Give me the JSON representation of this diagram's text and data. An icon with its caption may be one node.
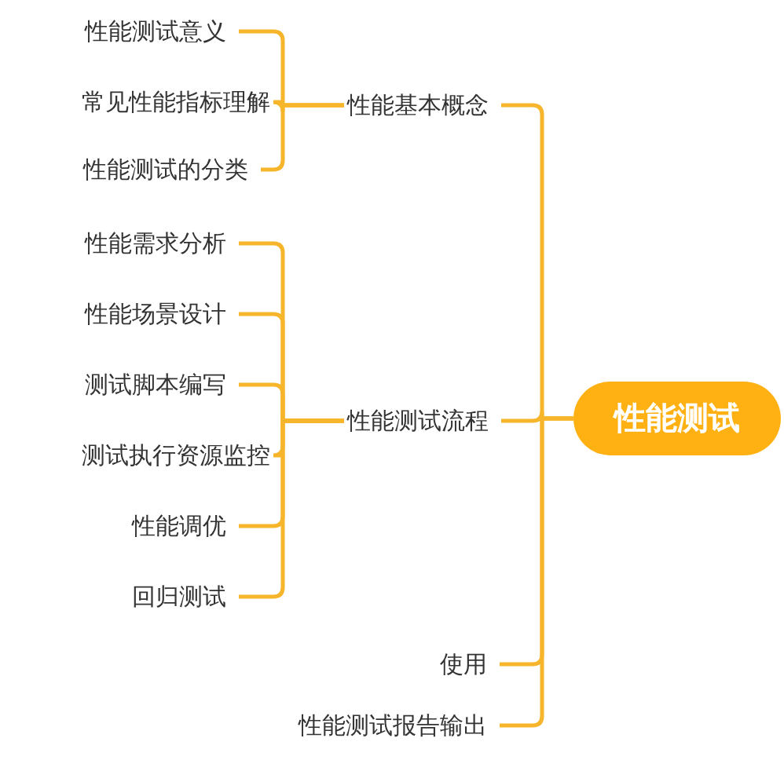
{
  "diagram": {
    "nodes": [
      {
        "text": [
          "性能测试"
        ]
      },
      {
        "text": [
          "性能基本概念"
        ]
      },
      {
        "text": [
          "性能测试意义"
        ]
      },
      {
        "text": [
          "常见性能指标理解"
        ]
      },
      {
        "text": [
          "性能测试的分类"
        ]
      },
      {
        "text": [
          "性能测试流程"
        ]
      },
      {
        "text": [
          "性能需求分析"
        ]
      },
      {
        "text": [
          "性能场景设计"
        ]
      },
      {
        "text": [
          "测试脚本编写"
        ]
      },
      {
        "text": [
          "测试执行资源监控"
        ]
      },
      {
        "text": [
          "性能调优"
        ]
      },
      {
        "text": [
          "回归测试"
        ]
      },
      {
        "text": [
          "使用"
        ]
      },
      {
        "text": [
          "性能测试报告输出"
        ]
      }
    ],
    "edges": [
      {
        "from": 0,
        "to": 1,
        "arrow": "none"
      },
      {
        "from": 0,
        "to": 5,
        "arrow": "none"
      },
      {
        "from": 0,
        "to": 12,
        "arrow": "none"
      },
      {
        "from": 0,
        "to": 13,
        "arrow": "none"
      },
      {
        "from": 1,
        "to": 2,
        "arrow": "none"
      },
      {
        "from": 1,
        "to": 3,
        "arrow": "none"
      },
      {
        "from": 1,
        "to": 4,
        "arrow": "none"
      },
      {
        "from": 5,
        "to": 6,
        "arrow": "none"
      },
      {
        "from": 5,
        "to": 7,
        "arrow": "none"
      },
      {
        "from": 5,
        "to": 8,
        "arrow": "none"
      },
      {
        "from": 5,
        "to": 9,
        "arrow": "none"
      },
      {
        "from": 5,
        "to": 10,
        "arrow": "none"
      },
      {
        "from": 5,
        "to": 11,
        "arrow": "none"
      }
    ]
  }
}
